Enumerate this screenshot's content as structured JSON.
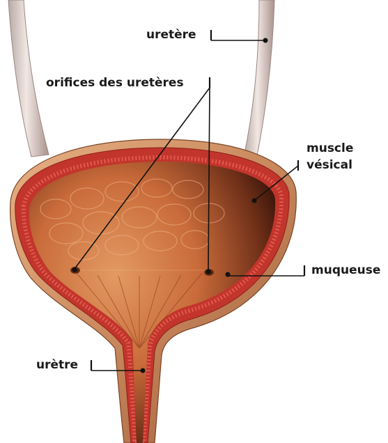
{
  "labels": {
    "uretere": "uretère",
    "orifices": "orifices des uretères",
    "muscle_line1": "muscle",
    "muscle_line2": "vésical",
    "muqueuse": "muqueuse",
    "uretre": "urètre"
  }
}
